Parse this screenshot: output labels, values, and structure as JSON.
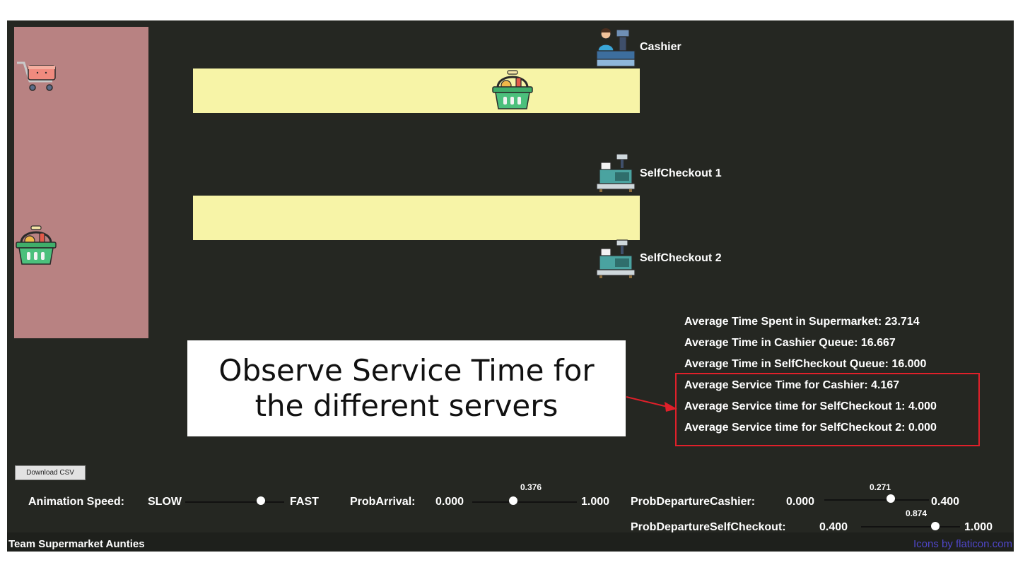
{
  "stations": {
    "cashier": "Cashier",
    "selfcheckout1": "SelfCheckout 1",
    "selfcheckout2": "SelfCheckout 2"
  },
  "stats": [
    "Average Time Spent in Supermarket: 23.714",
    "Average Time in Cashier Queue: 16.667",
    "Average Time in SelfCheckout Queue: 16.000",
    "Average Service Time for Cashier: 4.167",
    "Average Service time for SelfCheckout 1: 4.000",
    "Average Service time for SelfCheckout 2: 0.000"
  ],
  "banner": {
    "line1": "Observe Service Time for",
    "line2": "the different servers"
  },
  "download_button": "Download CSV",
  "controls": {
    "animation_speed": {
      "label": "Animation Speed:",
      "min": "SLOW",
      "max": "FAST",
      "value": 0.85
    },
    "prob_arrival": {
      "label": "ProbArrival:",
      "min": "0.000",
      "max": "1.000",
      "value": "0.376"
    },
    "prob_departure_cashier": {
      "label": "ProbDepartureCashier:",
      "min": "0.000",
      "max": "0.400",
      "value": "0.271"
    },
    "prob_departure_selfcheckout": {
      "label": "ProbDepartureSelfCheckout:",
      "min": "0.400",
      "max": "1.000",
      "value": "0.874"
    }
  },
  "footer": {
    "team": "Team Supermarket Aunties",
    "credit": "Icons by flaticon.com"
  },
  "colors": {
    "background": "#252722",
    "entry_zone": "#b88282",
    "queue_lane": "#f7f4a7",
    "highlight": "#e0202a"
  },
  "icons": [
    "cart-icon",
    "basket-icon",
    "cashier-icon",
    "self-checkout-icon"
  ]
}
